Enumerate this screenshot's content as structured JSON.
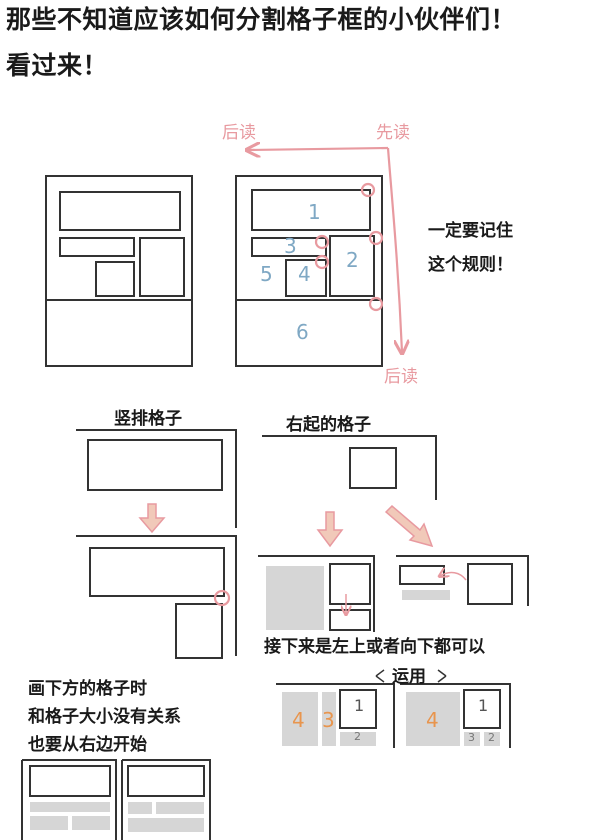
{
  "heading": {
    "line1": "那些不知道应该如何分割格子框的小伙伴们！",
    "line2": "看过来！"
  },
  "reading_order": {
    "read_after_top": "后读",
    "read_first": "先读",
    "read_after_bottom": "后读",
    "rule_line1": "一定要记住",
    "rule_line2": "这个规则！",
    "panel_numbers": [
      "1",
      "2",
      "3",
      "4",
      "5",
      "6"
    ]
  },
  "vertical_section": {
    "title": "竖排格子"
  },
  "right_start_section": {
    "title": "右起的格子",
    "note_line1": "接下来是左上或者向下都可以",
    "note_line2": "运用"
  },
  "bottom_section": {
    "line1": "画下方的格子时",
    "line2": "和格子大小没有关系",
    "line3": "也要从右边开始"
  },
  "example_numbers": {
    "left": [
      "4",
      "3",
      "1",
      "2"
    ],
    "right": [
      "4",
      "1",
      "3",
      "2"
    ]
  },
  "colors": {
    "arrow_pink": "#e89aa0",
    "number_blue": "#7fa8c4",
    "number_orange": "#e8954e",
    "placeholder_gray": "#d6d6d6"
  }
}
